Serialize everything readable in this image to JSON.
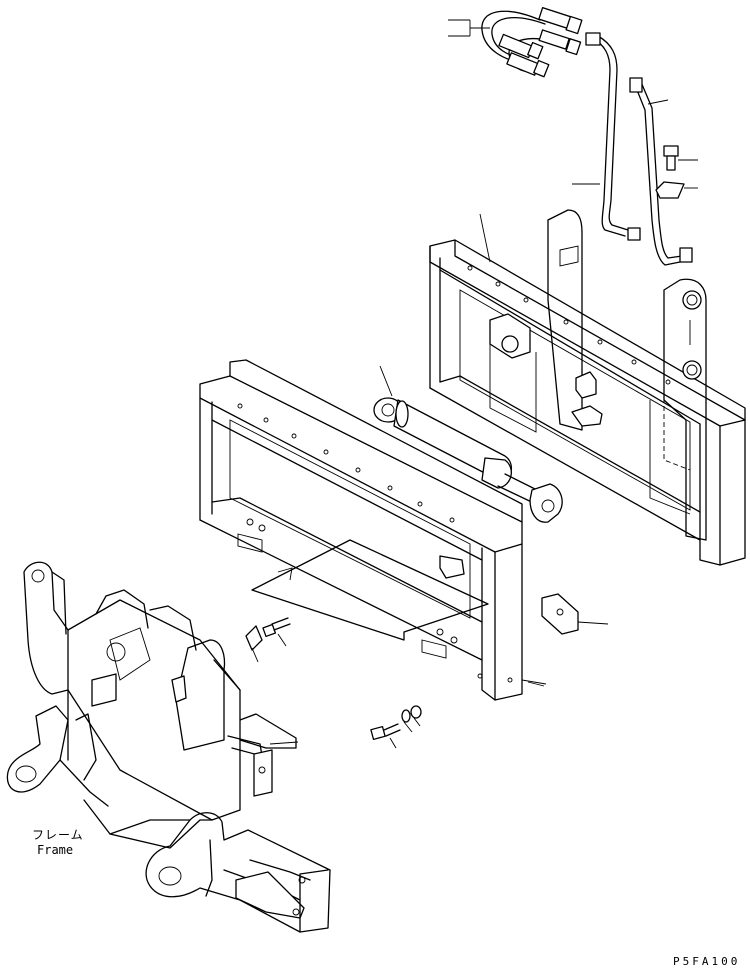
{
  "labels": {
    "frame_japanese": "フレーム",
    "frame_english": "Frame",
    "drawing_code": "P5FA100"
  }
}
